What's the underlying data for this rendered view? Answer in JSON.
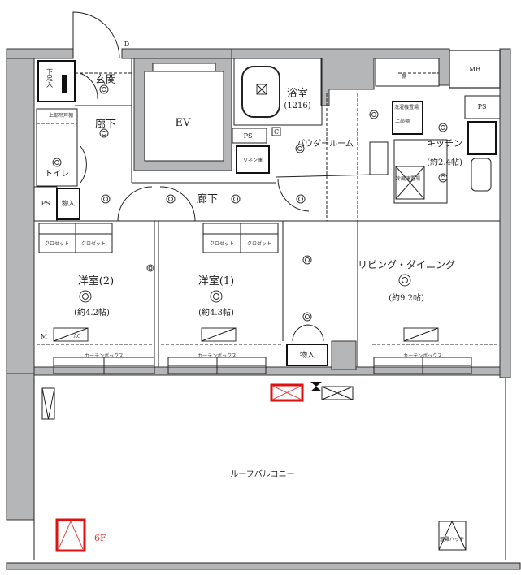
{
  "plan": {
    "rooms": {
      "shoe_storage": "下足入",
      "entrance": "玄関",
      "hallway_1": "廊下",
      "hallway_2": "廊下",
      "elevator": "EV",
      "toilet_upper_cabinet": "上部吊戸棚",
      "toilet": "トイレ",
      "ps_left": "PS",
      "ps_bath": "PS",
      "ps_kitchen": "PS",
      "storage_left": "物入",
      "storage_mid": "物入",
      "closet_labels": [
        "クロゼット",
        "クロゼット",
        "クロゼット",
        "クロゼット"
      ],
      "western_room_2": "洋室(2)",
      "western_room_2_size": "(約4.2帖)",
      "western_room_1": "洋室(1)",
      "western_room_1_size": "(約4.3帖)",
      "bathroom": "浴室",
      "bathroom_size": "(1216)",
      "c_mark": "C",
      "linen_closet": "リネン庫",
      "powder_room": "パウダールーム",
      "shelf": "棚",
      "meter_box": "MB",
      "washer_space": "洗濯機置場",
      "upper_shelf": "上部棚",
      "kitchen": "キッチン",
      "kitchen_size": "(約2.4帖)",
      "fridge_space": "冷蔵庫置場",
      "living_dining": "リビング・ダイニング",
      "living_dining_size": "(約9.2帖)",
      "curtain_box": [
        "カーテンボックス",
        "カーテンボックス",
        "カーテンボックス"
      ],
      "m_mark": "M",
      "ac_mark": "AC",
      "d_mark": "D",
      "roof_balcony": "ルーフバルコニー",
      "evacuation_hatch": "避難ハッチ",
      "floor_label": "6F"
    },
    "colors": {
      "wall": "#b5b6b8",
      "highlight": "#e01010"
    }
  }
}
